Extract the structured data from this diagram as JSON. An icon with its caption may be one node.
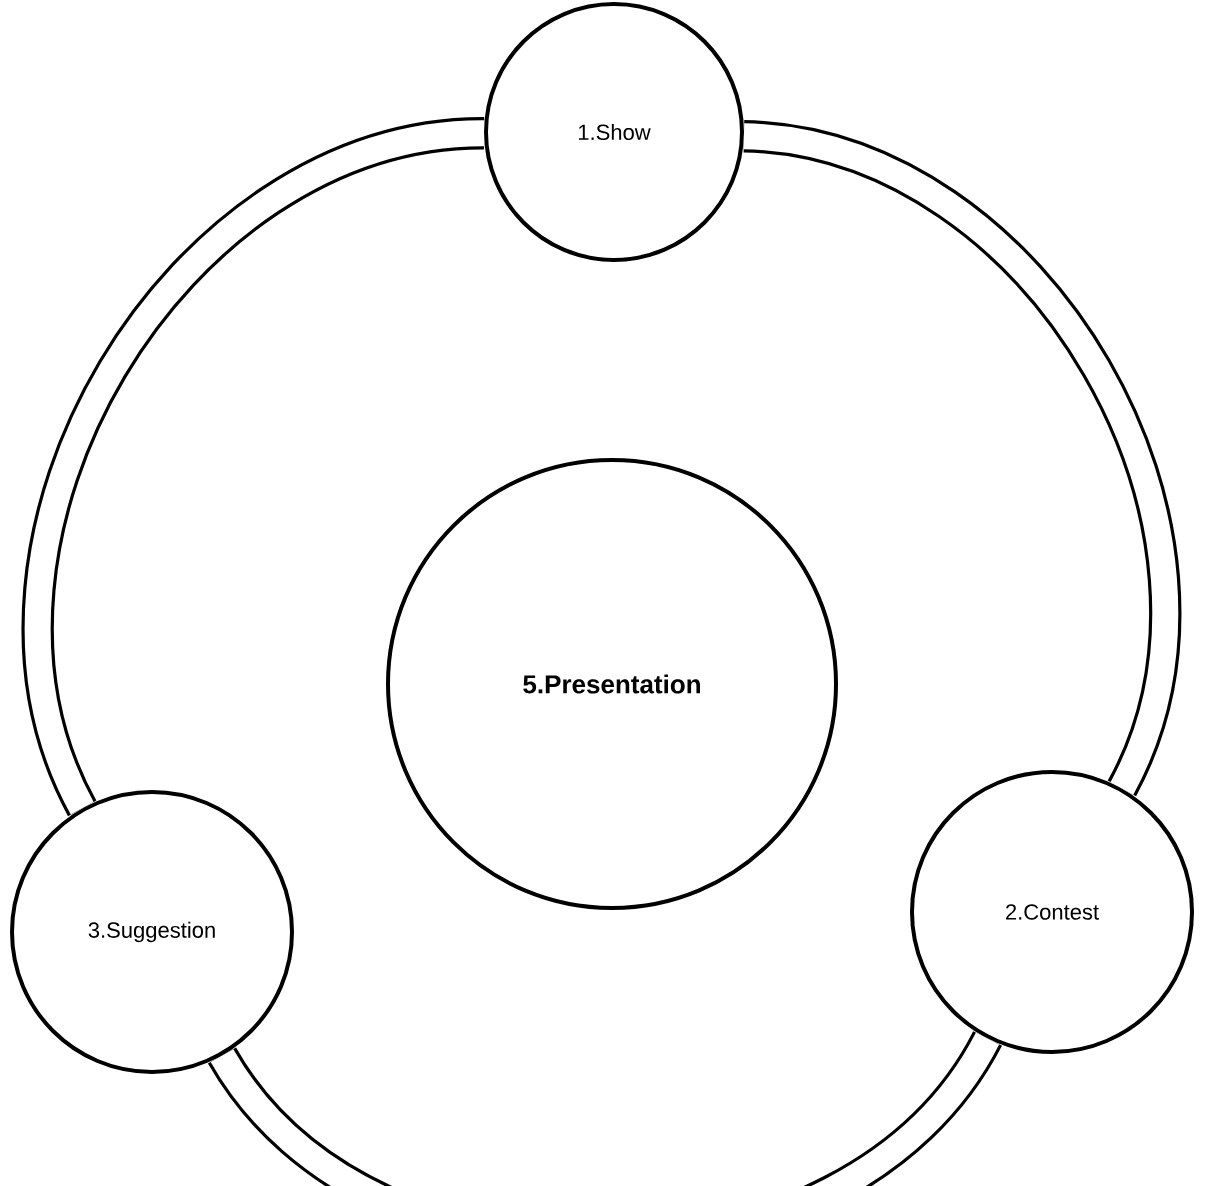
{
  "diagram": {
    "nodes": [
      {
        "text": [
          "1.Show"
        ]
      },
      {
        "text": [
          "2.Contest"
        ]
      },
      {
        "text": [
          "3.Suggestion"
        ]
      },
      {
        "text": [
          "**5.Presentation**"
        ]
      }
    ],
    "edges": [
      {
        "from": 0,
        "to": 1,
        "arrow": "none"
      },
      {
        "from": 1,
        "to": 2,
        "arrow": "none"
      },
      {
        "from": 2,
        "to": 0,
        "arrow": "none"
      }
    ]
  }
}
